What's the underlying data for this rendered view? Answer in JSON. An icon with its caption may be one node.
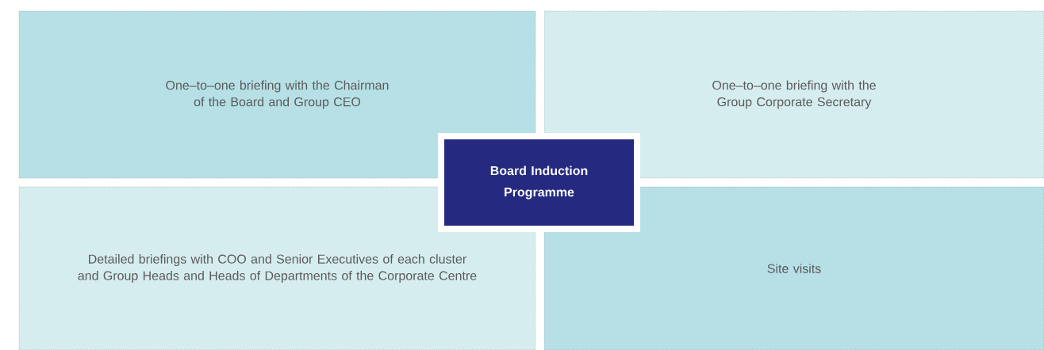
{
  "diagram": {
    "nodes": [
      {
        "text": [
          "One–to–one briefing with the Chairman of the Board and Group CEO"
        ]
      },
      {
        "text": [
          "One–to–one briefing with the Group Corporate Secretary"
        ]
      },
      {
        "text": [
          "Board Induction Programme"
        ]
      },
      {
        "text": [
          "Detailed briefings with COO and Senior Executives of each cluster and Group Heads and Heads of Departments of the Corporate Centre"
        ]
      },
      {
        "text": [
          "Site visits"
        ]
      }
    ]
  }
}
